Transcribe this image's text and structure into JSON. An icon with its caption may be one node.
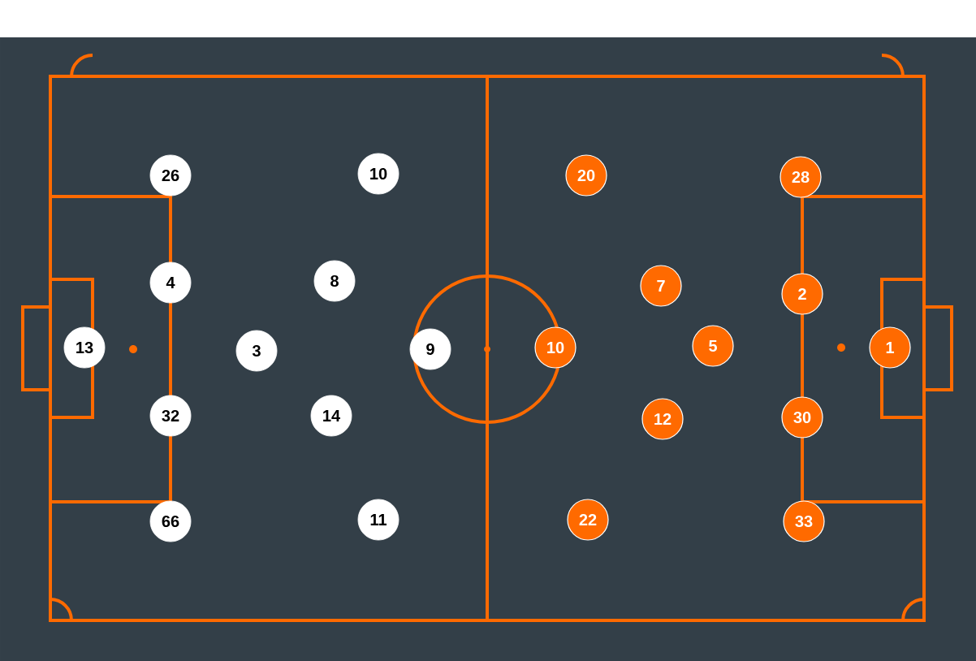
{
  "diagram": {
    "nodes": [
      {
        "text": [
          "26"
        ]
      },
      {
        "text": [
          "10"
        ]
      },
      {
        "text": [
          "4"
        ]
      },
      {
        "text": [
          "8"
        ]
      },
      {
        "text": [
          "13"
        ]
      },
      {
        "text": [
          "3"
        ]
      },
      {
        "text": [
          "9"
        ]
      },
      {
        "text": [
          "32"
        ]
      },
      {
        "text": [
          "14"
        ]
      },
      {
        "text": [
          "66"
        ]
      },
      {
        "text": [
          "11"
        ]
      },
      {
        "text": [
          "20"
        ]
      },
      {
        "text": [
          "28"
        ]
      },
      {
        "text": [
          "7"
        ]
      },
      {
        "text": [
          "2"
        ]
      },
      {
        "text": [
          "10"
        ]
      },
      {
        "text": [
          "5"
        ]
      },
      {
        "text": [
          "1"
        ]
      },
      {
        "text": [
          "12"
        ]
      },
      {
        "text": [
          "30"
        ]
      },
      {
        "text": [
          "22"
        ]
      },
      {
        "text": [
          "33"
        ]
      }
    ]
  }
}
